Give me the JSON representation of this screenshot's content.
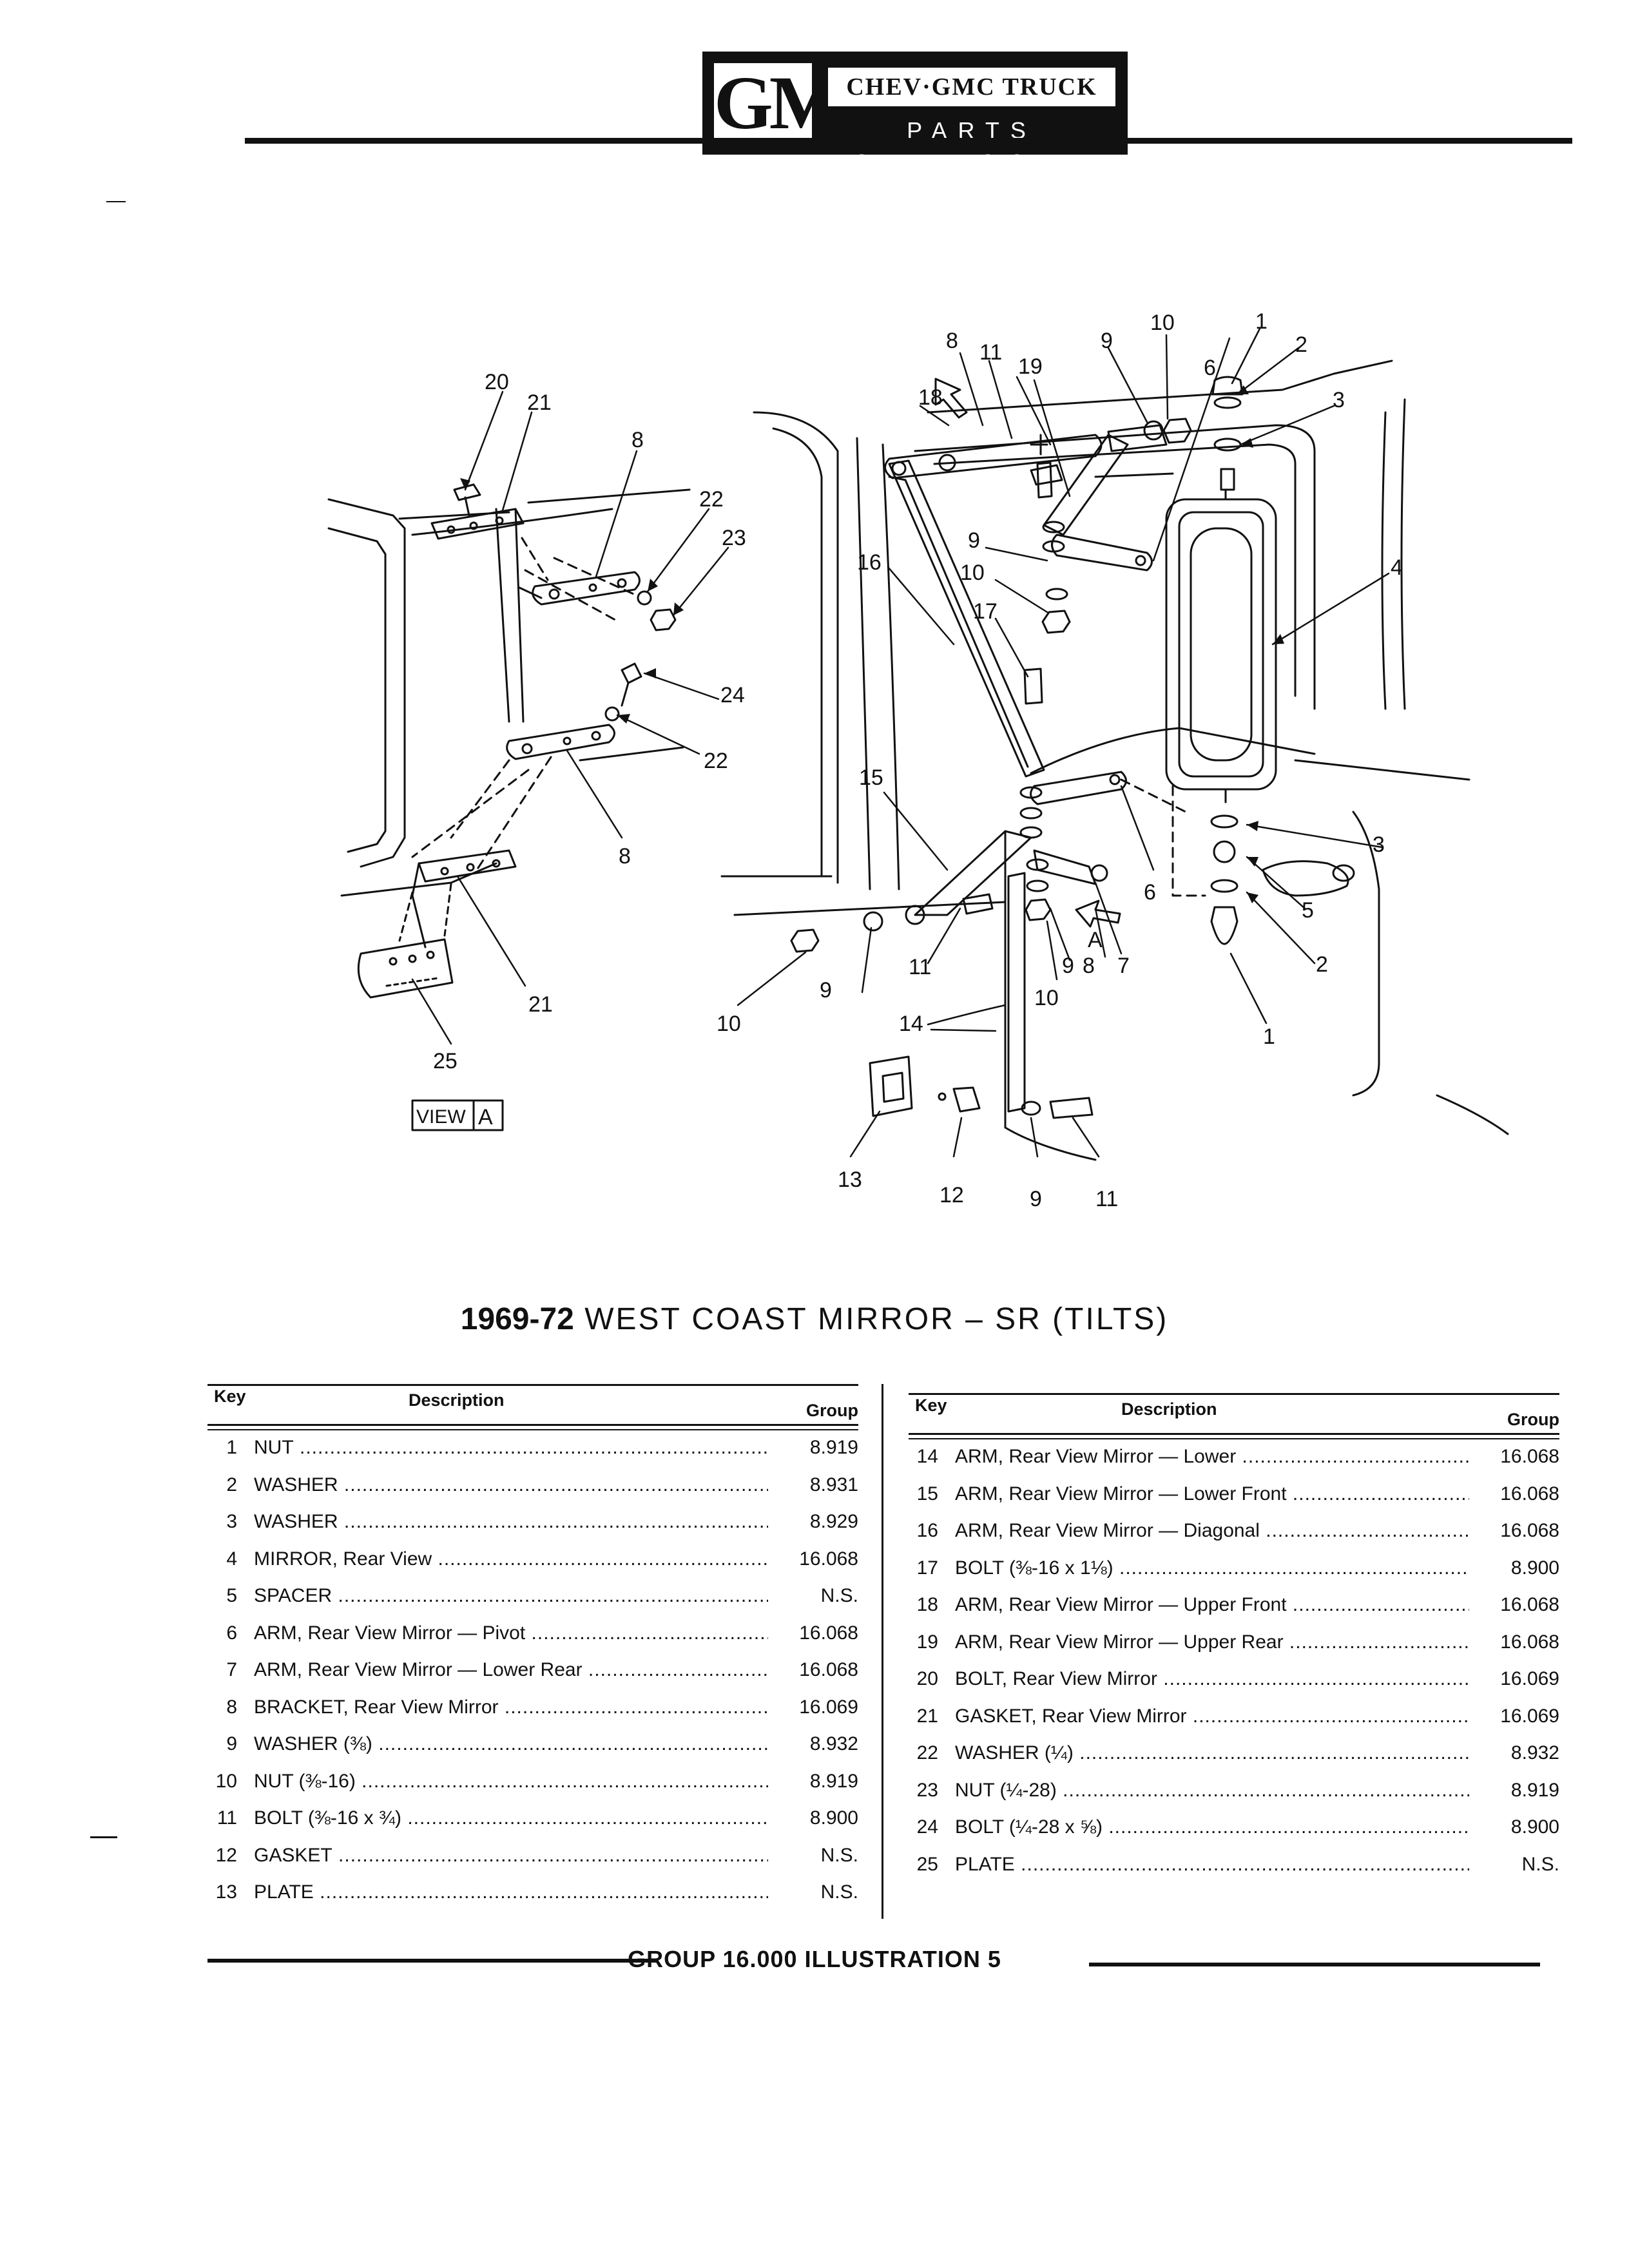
{
  "header": {
    "logo_text": "GM",
    "brand_line": "CHEV·GMC TRUCK",
    "catalogue_line": "PARTS CATALOGUE"
  },
  "diagram": {
    "view_label": "VIEW",
    "view_letter": "A",
    "callouts": [
      "1",
      "2",
      "3",
      "4",
      "5",
      "6",
      "7",
      "8",
      "9",
      "10",
      "11",
      "12",
      "13",
      "14",
      "15",
      "16",
      "17",
      "18",
      "19",
      "20",
      "21",
      "22",
      "23",
      "24",
      "25",
      "A"
    ]
  },
  "title": {
    "years": "1969-72",
    "text": "WEST COAST MIRROR – SR (TILTS)"
  },
  "table_headers": {
    "key": "Key",
    "description": "Description",
    "group": "Group"
  },
  "parts_left": [
    {
      "key": "1",
      "description": "NUT",
      "group": "8.919"
    },
    {
      "key": "2",
      "description": "WASHER",
      "group": "8.931"
    },
    {
      "key": "3",
      "description": "WASHER",
      "group": "8.929"
    },
    {
      "key": "4",
      "description": "MIRROR, Rear View",
      "group": "16.068"
    },
    {
      "key": "5",
      "description": "SPACER",
      "group": "N.S."
    },
    {
      "key": "6",
      "description": "ARM, Rear View Mirror — Pivot",
      "group": "16.068"
    },
    {
      "key": "7",
      "description": "ARM, Rear View Mirror — Lower Rear",
      "group": "16.068"
    },
    {
      "key": "8",
      "description": "BRACKET, Rear View Mirror",
      "group": "16.069"
    },
    {
      "key": "9",
      "description": "WASHER (⅜)",
      "group": "8.932"
    },
    {
      "key": "10",
      "description": "NUT (⅜-16)",
      "group": "8.919"
    },
    {
      "key": "11",
      "description": "BOLT (⅜-16 x ¾)",
      "group": "8.900"
    },
    {
      "key": "12",
      "description": "GASKET",
      "group": "N.S."
    },
    {
      "key": "13",
      "description": "PLATE",
      "group": "N.S."
    }
  ],
  "parts_right": [
    {
      "key": "14",
      "description": "ARM, Rear View Mirror — Lower",
      "group": "16.068"
    },
    {
      "key": "15",
      "description": "ARM, Rear View Mirror — Lower Front",
      "group": "16.068"
    },
    {
      "key": "16",
      "description": "ARM, Rear View Mirror — Diagonal",
      "group": "16.068"
    },
    {
      "key": "17",
      "description": "BOLT (⅜-16 x 1⅛)",
      "group": "8.900"
    },
    {
      "key": "18",
      "description": "ARM, Rear View Mirror — Upper Front",
      "group": "16.068"
    },
    {
      "key": "19",
      "description": "ARM, Rear View Mirror — Upper Rear",
      "group": "16.068"
    },
    {
      "key": "20",
      "description": "BOLT, Rear View Mirror",
      "group": "16.069"
    },
    {
      "key": "21",
      "description": "GASKET, Rear View Mirror",
      "group": "16.069"
    },
    {
      "key": "22",
      "description": "WASHER (¼)",
      "group": "8.932"
    },
    {
      "key": "23",
      "description": "NUT (¼-28)",
      "group": "8.919"
    },
    {
      "key": "24",
      "description": "BOLT (¼-28 x ⅝)",
      "group": "8.900"
    },
    {
      "key": "25",
      "description": "PLATE",
      "group": "N.S."
    }
  ],
  "footer": {
    "text": "GROUP 16.000 ILLUSTRATION 5"
  }
}
